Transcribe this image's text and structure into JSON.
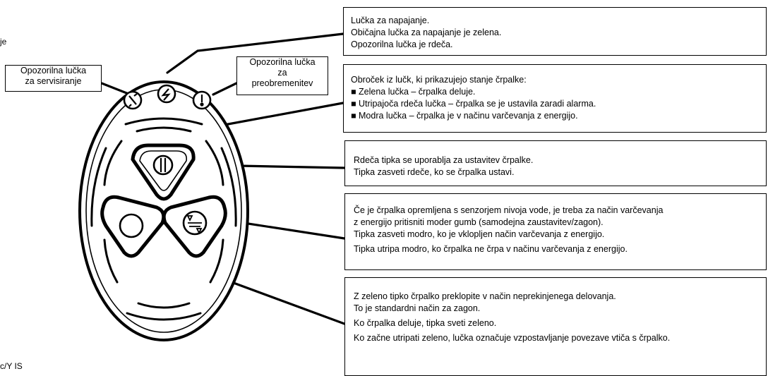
{
  "stray_text": {
    "top_left": "je",
    "bottom_left": "c/Y IS"
  },
  "labels": {
    "service_warning": [
      "Opozorilna lučka",
      "za servisiranje"
    ],
    "overload_warning": [
      "Opozorilna lučka",
      "za",
      "preobremenitev"
    ]
  },
  "callouts": {
    "power_light": [
      "Lučka za napajanje.",
      "Običajna lučka za napajanje je zelena.",
      "Opozorilna lučka je rdeča."
    ],
    "status_ring": [
      "Obroček iz lučk, ki prikazujejo stanje črpalke:",
      "■ Zelena lučka – črpalka deluje.",
      "■ Utripajoča rdeča lučka – črpalka se je ustavila zaradi alarma.",
      "■ Modra lučka – črpalka je v načinu varčevanja z energijo."
    ],
    "red_button": [
      "Rdeča tipka se uporablja za ustavitev črpalke.",
      "Tipka zasveti rdeče, ko se črpalka ustavi."
    ],
    "blue_button": [
      "Če je črpalka opremljena s senzorjem nivoja vode, je treba za način varčevanja",
      "z energijo pritisniti moder gumb (samodejna zaustavitev/zagon).",
      "Tipka zasveti modro, ko je vklopljen način varčevanja z energijo.",
      "Tipka utripa modro, ko črpalka ne črpa v načinu varčevanja z energijo."
    ],
    "green_button": [
      "Z zeleno tipko črpalko preklopite v način neprekinjenega delovanja.",
      "To je standardni način za zagon.",
      "Ko črpalka deluje, tipka sveti zeleno.",
      "Ko začne utripati zeleno, lučka označuje vzpostavljanje povezave vtiča s črpalko."
    ]
  }
}
